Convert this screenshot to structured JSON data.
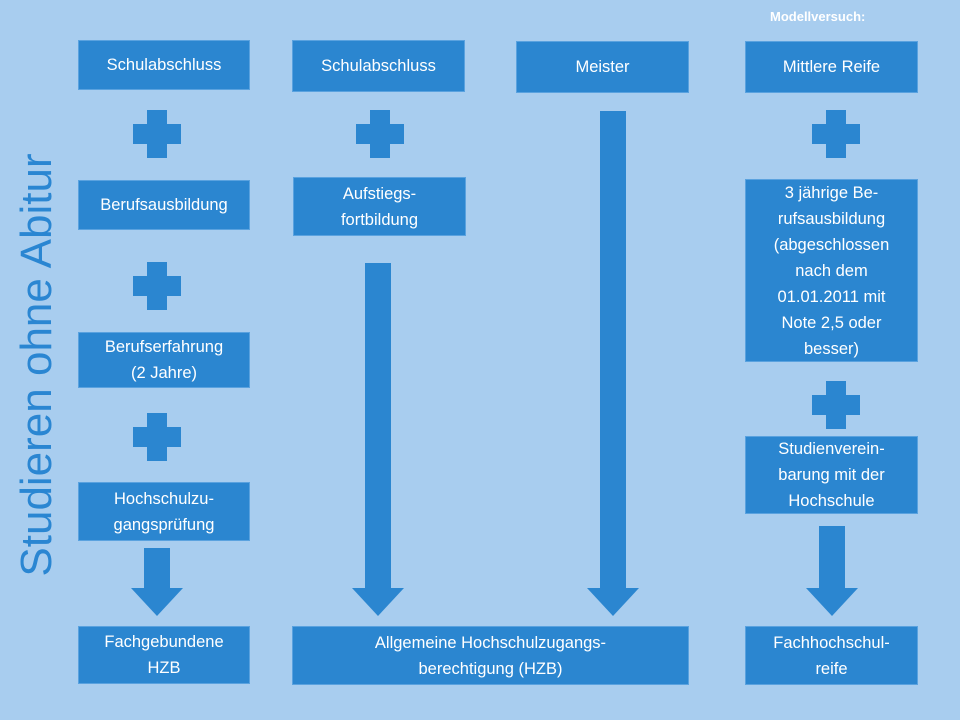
{
  "title": "Studieren ohne Abitur",
  "pilot_label": "Modellversuch:",
  "column1": {
    "step1": "Schulabschluss",
    "step2": "Berufsausbildung",
    "step3": "Berufserfahrung\n(2 Jahre)",
    "step4": "Hochschulzu-\ngangsprüfung",
    "result": "Fachgebundene\nHZB"
  },
  "column2": {
    "step1": "Schulabschluss",
    "step2": "Aufstiegs-\nfortbildung"
  },
  "column3": {
    "step1": "Meister"
  },
  "shared_result": "Allgemeine Hochschulzugangs-\nberechtigung (HZB)",
  "column4": {
    "step1": "Mittlere Reife",
    "step2": "3 jährige Be-\nrufsausbildung\n(abgeschlossen\nnach dem\n01.01.2011 mit\nNote 2,5 oder\nbesser)",
    "step3": "Studienverein-\nbarung mit der\nHochschule",
    "result": "Fachhochschul-\nreife"
  },
  "colors": {
    "background": "#a8cdef",
    "box_fill": "#2b86d0",
    "box_text": "#ffffff",
    "title_text": "#2a86d2"
  }
}
